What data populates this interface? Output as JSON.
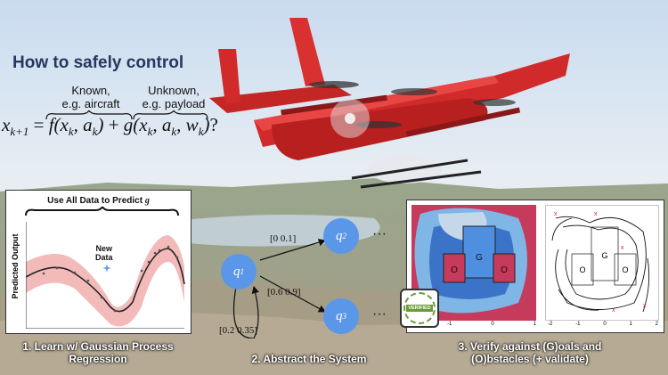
{
  "title": "How to safely control",
  "known_label": "Known,",
  "known_example": "e.g. aircraft",
  "unknown_label": "Unknown,",
  "unknown_example": "e.g. payload",
  "equation": {
    "lhs": "x",
    "lhs_sub": "k+1",
    "rhs_known": "f(x",
    "rhs_unknown": "g(x",
    "tail": "?"
  },
  "gp_panel": {
    "header": "Use All Data to Predict ",
    "header_var": "g",
    "ylabel": "Predicted Output",
    "new_data_label": "New\nData"
  },
  "steps": {
    "step1": "1. Learn w/ Gaussian Process Regression",
    "step2": "2. Abstract the System",
    "step3": "3. Verify against (G)oals and (O)bstacles (+ validate)"
  },
  "graph": {
    "q1": "q",
    "q1_sub": "1",
    "q2": "q",
    "q2_sub": "2",
    "q3": "q",
    "q3_sub": "3",
    "edge_q1_q2": "[0 0.1]",
    "edge_q1_q3": "[0.6 0.9]",
    "edge_self": "[0.2 0.35]",
    "ellipsis": "···"
  },
  "verify_panel": {
    "goal": "G",
    "obstacle": "O",
    "badge": "VERIFIED",
    "left_ticks": [
      "-1",
      "0",
      "1"
    ],
    "right_ticks": [
      "-2",
      "-1",
      "0",
      "1",
      "2"
    ]
  },
  "colors": {
    "title": "#26385e",
    "node": "#5b97e8",
    "uncertainty": "#f2b3b3",
    "mean": "#222222",
    "drone_red": "#d12a2a",
    "region_blue": "#3b73c9",
    "region_red": "#c63a5c",
    "badge_green": "#6a9a3a"
  }
}
